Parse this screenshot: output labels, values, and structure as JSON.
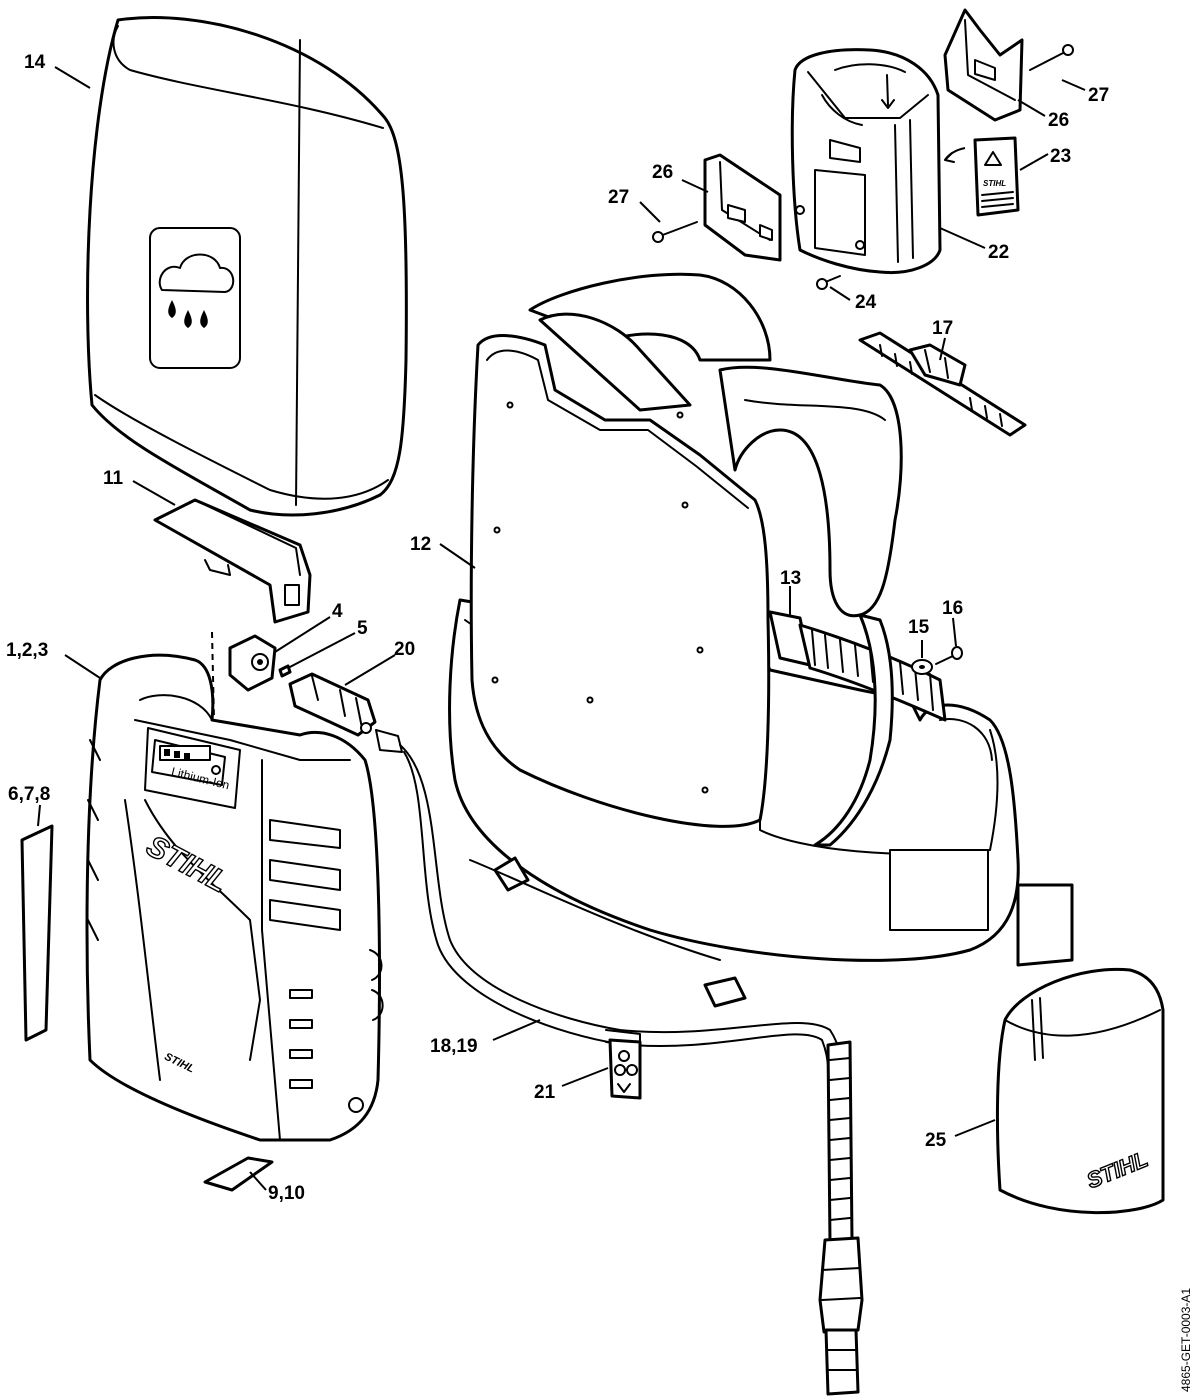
{
  "callouts": [
    {
      "id": "14",
      "text": "14"
    },
    {
      "id": "11",
      "text": "11"
    },
    {
      "id": "1_2_3",
      "text": "1,2,3"
    },
    {
      "id": "4",
      "text": "4"
    },
    {
      "id": "5",
      "text": "5"
    },
    {
      "id": "20",
      "text": "20"
    },
    {
      "id": "6_7_8",
      "text": "6,7,8"
    },
    {
      "id": "9_10",
      "text": "9,10"
    },
    {
      "id": "12",
      "text": "12"
    },
    {
      "id": "13",
      "text": "13"
    },
    {
      "id": "15",
      "text": "15"
    },
    {
      "id": "16",
      "text": "16"
    },
    {
      "id": "17",
      "text": "17"
    },
    {
      "id": "18_19",
      "text": "18,19"
    },
    {
      "id": "21",
      "text": "21"
    },
    {
      "id": "22",
      "text": "22"
    },
    {
      "id": "23",
      "text": "23"
    },
    {
      "id": "24",
      "text": "24"
    },
    {
      "id": "25",
      "text": "25"
    },
    {
      "id": "26_left",
      "text": "26"
    },
    {
      "id": "26_right",
      "text": "26"
    },
    {
      "id": "27_left",
      "text": "27"
    },
    {
      "id": "27_right",
      "text": "27"
    }
  ],
  "brand": {
    "logo_text": "STIHL",
    "display_label": "Lithium-Ion"
  },
  "drawing_code": "4865-GET-0003-A1",
  "icons": {
    "rain_cover_icon": "rain-cloud-icon"
  }
}
